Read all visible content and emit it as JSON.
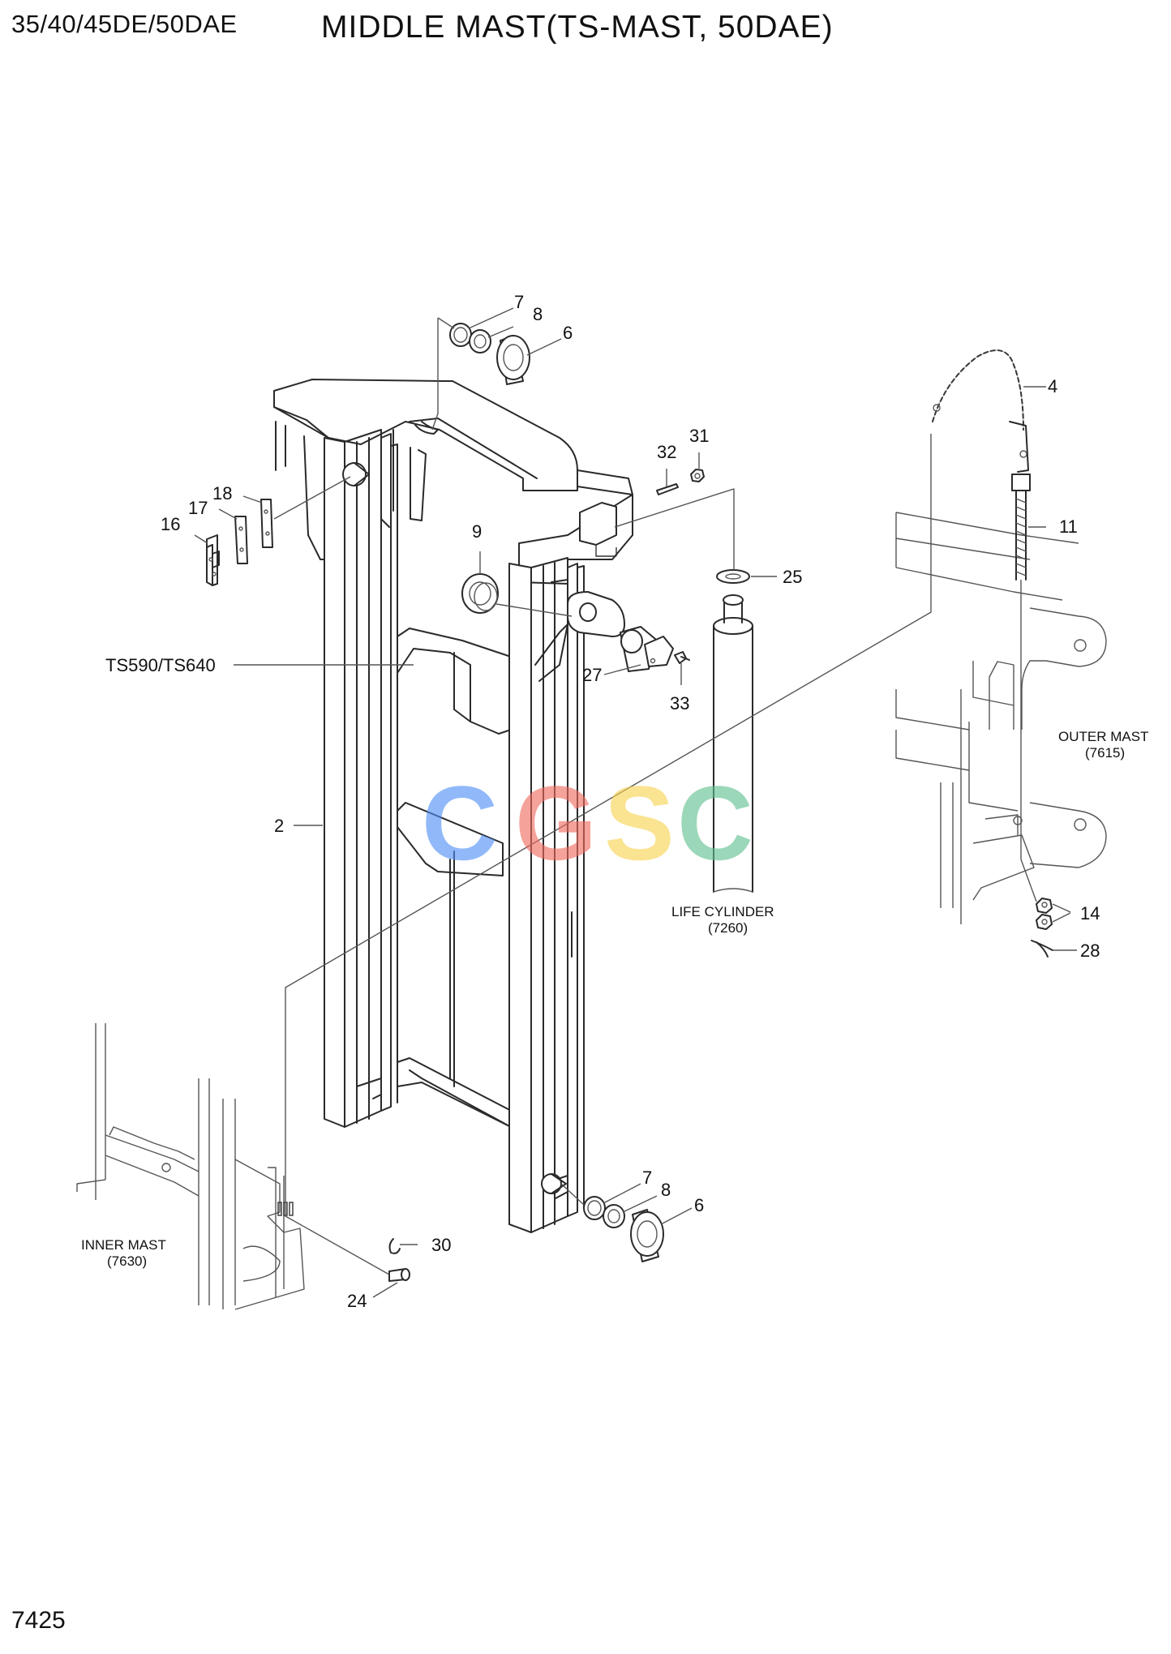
{
  "header": {
    "model": "35/40/45DE/50DAE",
    "title": "MIDDLE MAST(TS-MAST, 50DAE)"
  },
  "page_number": "7425",
  "watermark": {
    "letters": [
      "C",
      "G",
      "S",
      "C"
    ],
    "colors": [
      "#4f8ff7",
      "#ef6a5e",
      "#f8d24e",
      "#5fbf8f"
    ]
  },
  "callouts": {
    "c7_top": "7",
    "c8_top": "8",
    "c6_top": "6",
    "c4": "4",
    "c11": "11",
    "c31": "31",
    "c32": "32",
    "c9": "9",
    "c25": "25",
    "c18": "18",
    "c17": "17",
    "c16": "16",
    "ts": "TS590/TS640",
    "c27": "27",
    "c33": "33",
    "c2": "2",
    "c14": "14",
    "c28": "28",
    "c7_bot": "7",
    "c8_bot": "8",
    "c6_bot": "6",
    "c30": "30",
    "c24": "24"
  },
  "references": {
    "outer_mast": {
      "name": "OUTER MAST",
      "code": "(7615)"
    },
    "life_cylinder": {
      "name": "LIFE CYLINDER",
      "code": "(7260)"
    },
    "inner_mast": {
      "name": "INNER MAST",
      "code": "(7630)"
    }
  }
}
